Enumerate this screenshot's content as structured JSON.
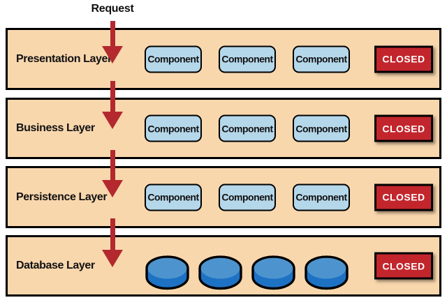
{
  "request_label": "Request",
  "layers": [
    {
      "label": "Presentation Layer",
      "components": [
        "Component",
        "Component",
        "Component"
      ],
      "closed_label": "CLOSED"
    },
    {
      "label": "Business Layer",
      "components": [
        "Component",
        "Component",
        "Component"
      ],
      "closed_label": "CLOSED"
    },
    {
      "label": "Persistence Layer",
      "components": [
        "Component",
        "Component",
        "Component"
      ],
      "closed_label": "CLOSED"
    },
    {
      "label": "Database Layer",
      "database_count": 4,
      "closed_label": "CLOSED"
    }
  ],
  "colors": {
    "layer_fill": "#F9D7AD",
    "layer_border": "#000000",
    "component_fill": "#B5D7EA",
    "closed_fill": "#C2262C",
    "closed_text": "#FFFFFF",
    "arrow_red": "#B3292E",
    "cylinder_top": "#4D94CF",
    "cylinder_body": "#1E72C4"
  }
}
